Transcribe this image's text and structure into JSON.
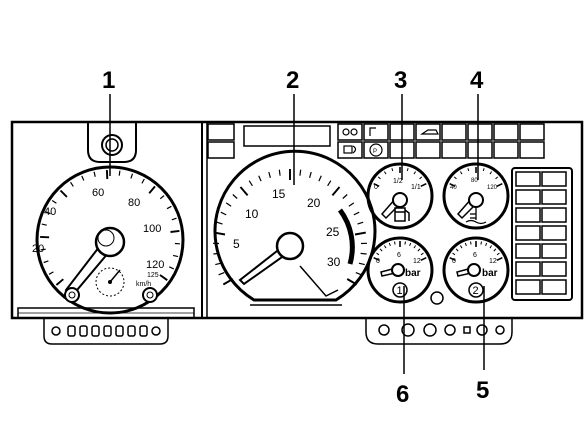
{
  "callouts": [
    "1",
    "2",
    "3",
    "4",
    "5",
    "6"
  ],
  "speedometer": {
    "scale": [
      "20",
      "40",
      "60",
      "80",
      "100",
      "120"
    ],
    "inner_max": "125",
    "unit": "km/h"
  },
  "tachometer": {
    "scale": [
      "5",
      "10",
      "15",
      "20",
      "25",
      "30"
    ]
  },
  "fuel_gauge": {
    "scale": [
      "0",
      "1/2",
      "1/1"
    ]
  },
  "temperature_gauge": {
    "scale": [
      "40",
      "80",
      "120"
    ]
  },
  "pressure_gauge_1": {
    "scale": [
      "0",
      "6",
      "12"
    ],
    "unit": "bar",
    "circuit_label": "1"
  },
  "pressure_gauge_2": {
    "scale": [
      "0",
      "6",
      "12"
    ],
    "unit": "bar",
    "circuit_label": "2"
  }
}
